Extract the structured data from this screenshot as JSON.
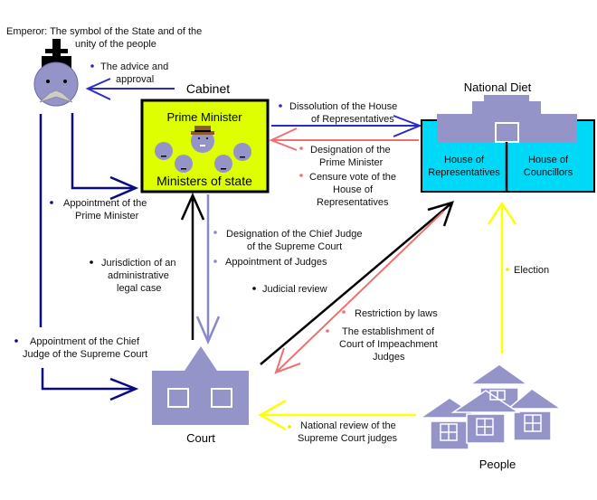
{
  "colors": {
    "cabinet_fill": "#ddff00",
    "diet_fill": "#00d8f8",
    "building": "#9494c8",
    "navy": "#0a0a80",
    "blue": "#2a2acc",
    "red": "#f07070",
    "yellow": "#ffff00",
    "lavender": "#8888cc"
  },
  "emperor": {
    "label_line1": "Emperor: The symbol of the State and of the",
    "label_line2": "unity of the people"
  },
  "advice": {
    "line1": "The advice and",
    "line2": "approval"
  },
  "cabinet": {
    "title": "Cabinet",
    "prime_minister": "Prime Minister",
    "ministers": "Ministers of state"
  },
  "diet": {
    "title": "National Diet",
    "house_rep_1": "House of",
    "house_rep_2": "Representatives",
    "house_coun_1": "House of",
    "house_coun_2": "Councillors"
  },
  "court": {
    "title": "Court"
  },
  "people": {
    "title": "People"
  },
  "labels": {
    "appoint_pm_1": "Appointment of the",
    "appoint_pm_2": "Prime Minister",
    "appoint_chief_1": "Appointment of the Chief",
    "appoint_chief_2": "Judge of the Supreme Court",
    "dissolution_1": "Dissolution of the House",
    "dissolution_2": "of Representatives",
    "designation_pm_1": "Designation of the",
    "designation_pm_2": "Prime Minister",
    "censure_1": "Censure vote of the",
    "censure_2": "House of",
    "censure_3": "Representatives",
    "designation_chief_1": "Designation of the Chief Judge",
    "designation_chief_2": "of the Supreme Court",
    "appoint_judges": "Appointment of Judges",
    "jurisdiction_1": "Jurisdiction of an",
    "jurisdiction_2": "administrative",
    "jurisdiction_3": "legal case",
    "judicial_review": "Judicial review",
    "restriction": "Restriction by laws",
    "impeach_1": "The establishment of",
    "impeach_2": "Court of Impeachment",
    "impeach_3": "Judges",
    "election": "Election",
    "national_review_1": "National review of the",
    "national_review_2": "Supreme Court judges"
  }
}
